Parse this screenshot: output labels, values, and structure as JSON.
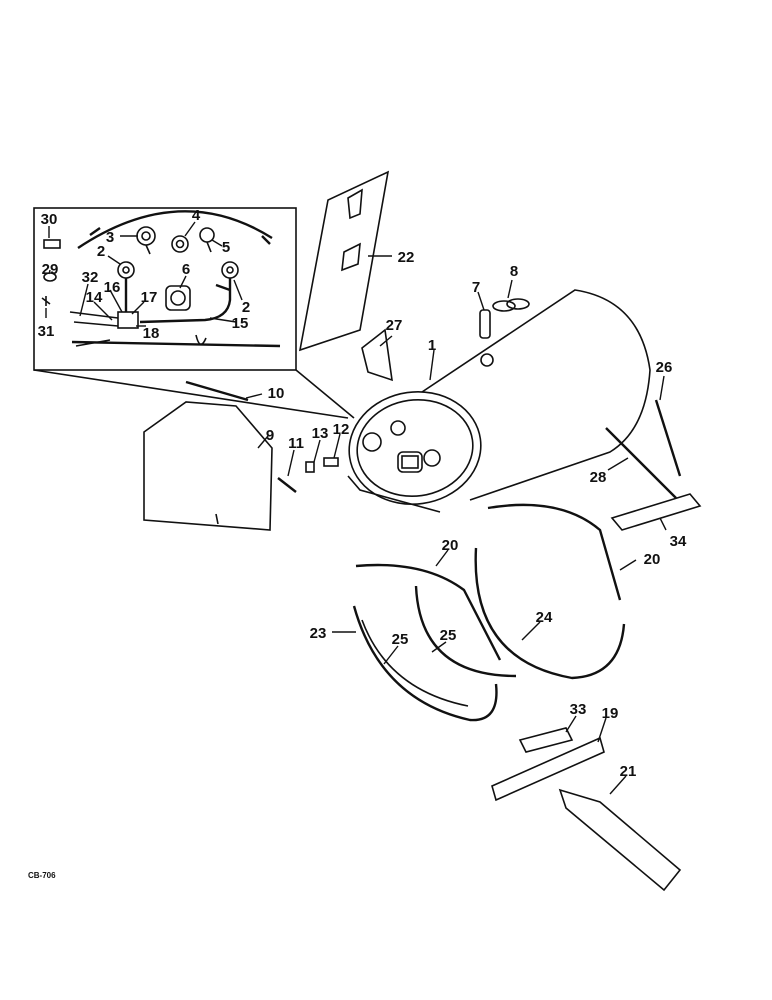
{
  "drawing_code": "CB-706",
  "colors": {
    "ink": "#111111",
    "paper": "#ffffff"
  },
  "callouts": [
    {
      "key": "p30",
      "label": "30"
    },
    {
      "key": "p4",
      "label": "4"
    },
    {
      "key": "p3",
      "label": "3"
    },
    {
      "key": "p5",
      "label": "5"
    },
    {
      "key": "p2a",
      "label": "2"
    },
    {
      "key": "p6",
      "label": "6"
    },
    {
      "key": "p2b",
      "label": "2"
    },
    {
      "key": "p29",
      "label": "29"
    },
    {
      "key": "p32",
      "label": "32"
    },
    {
      "key": "p16",
      "label": "16"
    },
    {
      "key": "p17",
      "label": "17"
    },
    {
      "key": "p14",
      "label": "14"
    },
    {
      "key": "p15",
      "label": "15"
    },
    {
      "key": "p31",
      "label": "31"
    },
    {
      "key": "p18",
      "label": "18"
    },
    {
      "key": "p22",
      "label": "22"
    },
    {
      "key": "p8",
      "label": "8"
    },
    {
      "key": "p7",
      "label": "7"
    },
    {
      "key": "p27",
      "label": "27"
    },
    {
      "key": "p1",
      "label": "1"
    },
    {
      "key": "p26",
      "label": "26"
    },
    {
      "key": "p10",
      "label": "10"
    },
    {
      "key": "p9",
      "label": "9"
    },
    {
      "key": "p11",
      "label": "11"
    },
    {
      "key": "p13",
      "label": "13"
    },
    {
      "key": "p12",
      "label": "12"
    },
    {
      "key": "p28",
      "label": "28"
    },
    {
      "key": "p34",
      "label": "34"
    },
    {
      "key": "p20a",
      "label": "20"
    },
    {
      "key": "p20b",
      "label": "20"
    },
    {
      "key": "p23",
      "label": "23"
    },
    {
      "key": "p25a",
      "label": "25"
    },
    {
      "key": "p25b",
      "label": "25"
    },
    {
      "key": "p24",
      "label": "24"
    },
    {
      "key": "p33",
      "label": "33"
    },
    {
      "key": "p19",
      "label": "19"
    },
    {
      "key": "p21",
      "label": "21"
    }
  ]
}
